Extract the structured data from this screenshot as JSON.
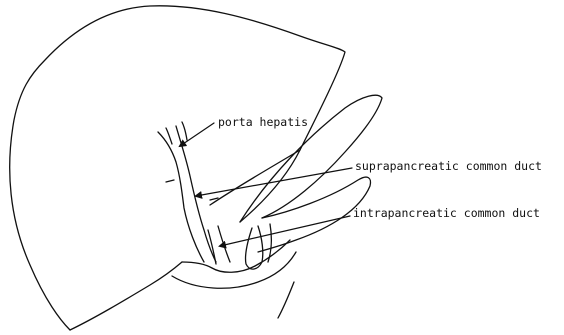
{
  "diagram": {
    "labels": {
      "porta_hepatis": "porta hepatis",
      "suprapancreatic_common_duct": "suprapancreatic common duct",
      "intrapancreatic_common_duct": "intrapancreatic common duct"
    },
    "colors": {
      "line": "#111111",
      "background": "#ffffff"
    }
  }
}
